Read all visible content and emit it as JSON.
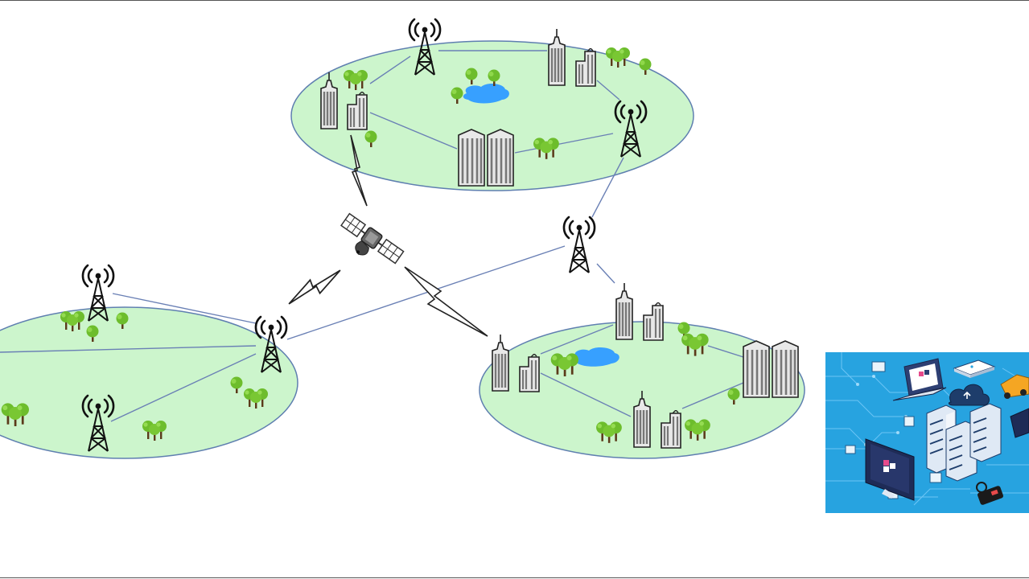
{
  "colors": {
    "region_fill": "#ccf5cc",
    "region_stroke": "#5f7fb0",
    "link": "#6a80b5",
    "tree": "#6dbd2c",
    "tree_trunk": "#5b3a1a",
    "lake": "#37a0ff",
    "building": "#e6e6e6",
    "building_stroke": "#222222",
    "tower": "#111111",
    "satellite": "#444444",
    "cloud_panel_bg": "#27a3e0"
  },
  "icons": {
    "tower": "cell-tower-icon",
    "building": "building-icon",
    "tree": "tree-icon",
    "lake": "lake-icon",
    "satellite": "satellite-icon",
    "wireless_link": "lightning-link-icon",
    "data_center": "cloud-datacenter-illustration"
  },
  "regions": [
    "top-region",
    "left-region",
    "right-region"
  ]
}
